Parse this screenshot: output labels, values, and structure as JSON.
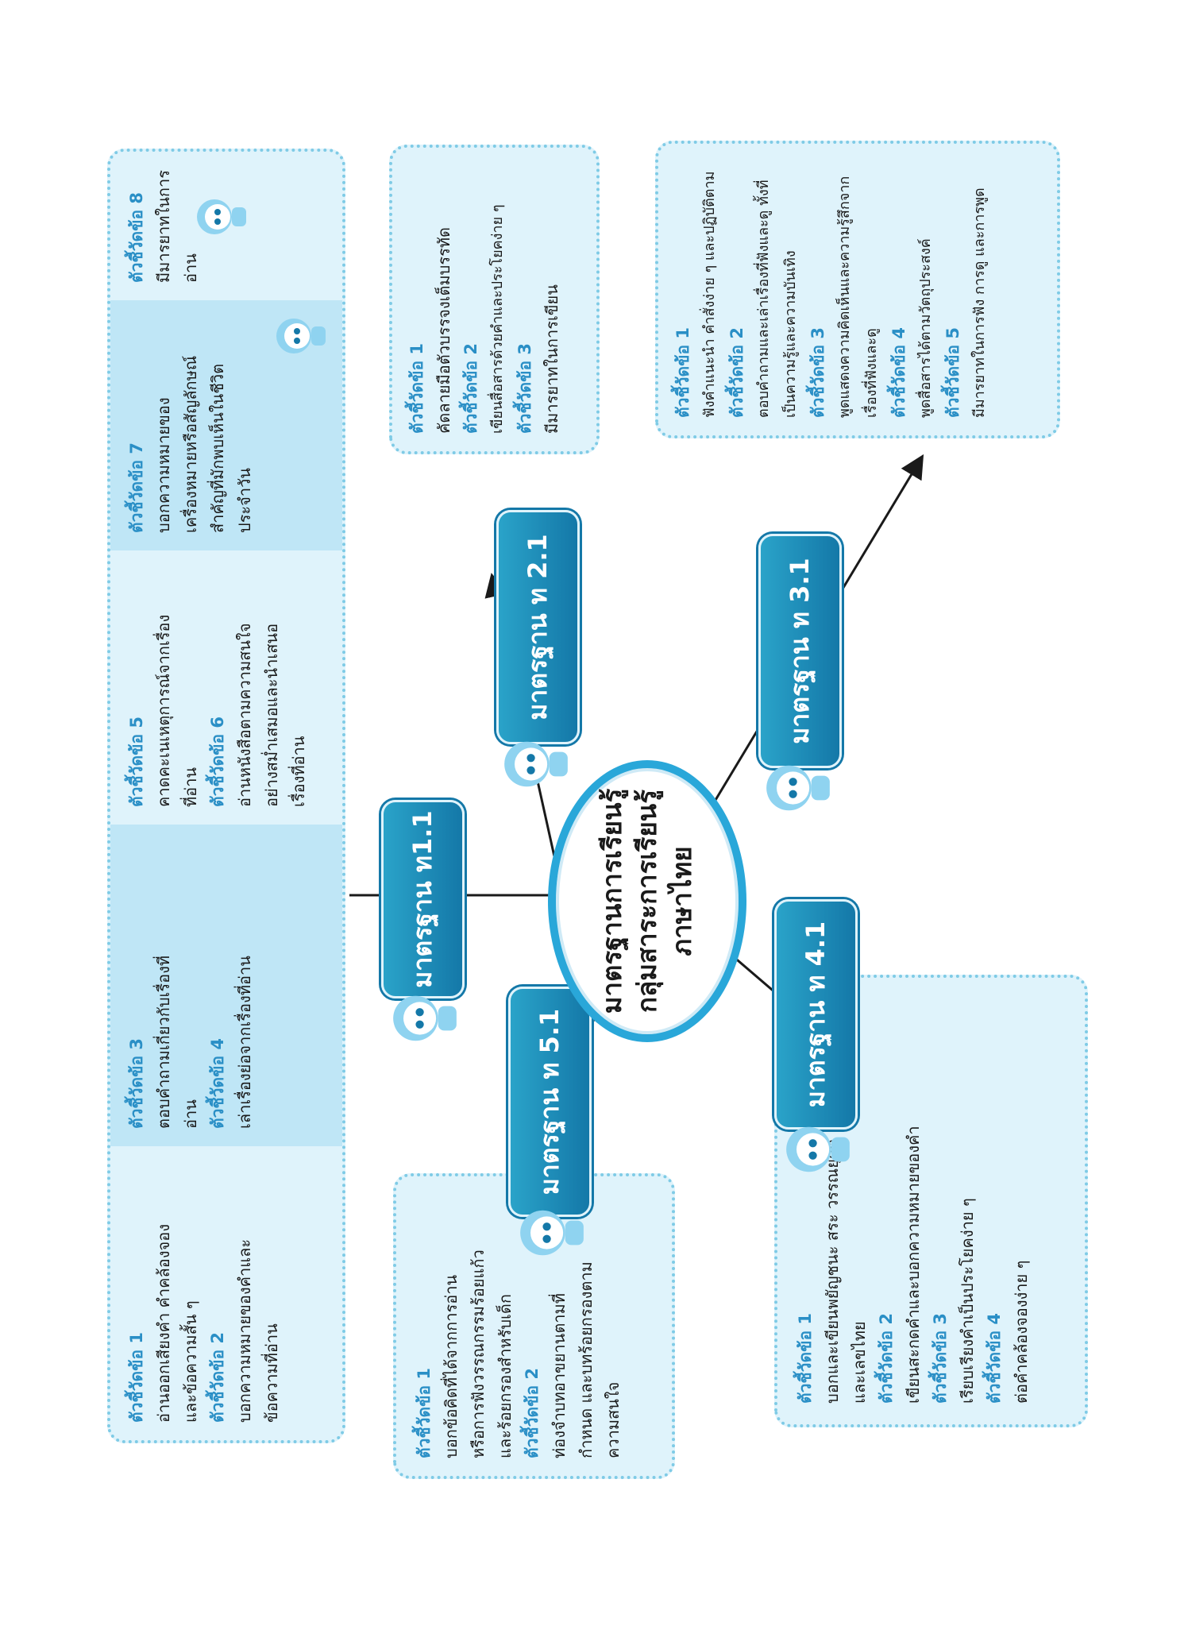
{
  "center": {
    "line1": "มาตรฐานการเรียนรู้",
    "line2": "กลุ่มสาระการเรียนรู้",
    "line3": "ภาษาไทย"
  },
  "standards": {
    "t1_1": "มาตรฐาน ท1.1",
    "t2_1": "มาตรฐาน ท 2.1",
    "t3_1": "มาตรฐาน ท 3.1",
    "t4_1": "มาตรฐาน ท 4.1",
    "t5_1": "มาตรฐาน ท 5.1"
  },
  "t1_1_box": [
    {
      "head": "ตัวชี้วัดข้อ 1",
      "lines": [
        "อ่านออกเสียงคำ  คำคล้องจอง",
        "และข้อความสั้น ๆ"
      ]
    },
    {
      "head": "ตัวชี้วัดข้อ 2",
      "lines": [
        "บอกความหมายของคำและ",
        "ข้อความที่อ่าน"
      ]
    },
    {
      "head": "ตัวชี้วัดข้อ 3",
      "lines": [
        "ตอบคำถามเกี่ยวกับเรื่องที่",
        "อ่าน"
      ]
    },
    {
      "head": "ตัวชี้วัดข้อ 4",
      "lines": [
        "เล่าเรื่องย่อจากเรื่องที่อ่าน"
      ]
    },
    {
      "head": "ตัวชี้วัดข้อ 5",
      "lines": [
        "คาดคะเนเหตุการณ์จากเรื่อง",
        "ที่อ่าน"
      ]
    },
    {
      "head": "ตัวชี้วัดข้อ 6",
      "lines": [
        "อ่านหนังสือตามความสนใจ",
        "อย่างสม่ำเสมอและนำเสนอ",
        "เรื่องที่อ่าน"
      ]
    },
    {
      "head": "ตัวชี้วัดข้อ 7",
      "lines": [
        "บอกความหมายของ",
        "เครื่องหมายหรือสัญลักษณ์",
        "สำคัญที่มักพบเห็นในชีวิต",
        "ประจำวัน"
      ]
    },
    {
      "head": "ตัวชี้วัดข้อ 8",
      "lines": [
        "มีมารยาทในการอ่าน"
      ]
    }
  ],
  "t2_1_box": [
    {
      "head": "ตัวชี้วัดข้อ 1",
      "lines": [
        "คัดลายมือตัวบรรจงเต็มบรรทัด"
      ]
    },
    {
      "head": "ตัวชี้วัดข้อ 2",
      "lines": [
        "เขียนสื่อสารด้วยคำและประโยคง่าย ๆ"
      ]
    },
    {
      "head": "ตัวชี้วัดข้อ 3",
      "lines": [
        "มีมารยาทในการเขียน"
      ]
    }
  ],
  "t3_1_box": [
    {
      "head": "ตัวชี้วัดข้อ 1",
      "lines": [
        "ฟังคำแนะนำ คำสั่งง่าย ๆ และปฏิบัติตาม"
      ]
    },
    {
      "head": "ตัวชี้วัดข้อ 2",
      "lines": [
        "ตอบคำถามและเล่าเรื่องที่ฟังและดู ทั้งที่",
        "เป็นความรู้และความบันเทิง"
      ]
    },
    {
      "head": "ตัวชี้วัดข้อ 3",
      "lines": [
        "พูดแสดงความคิดเห็นและความรู้สึกจาก",
        "เรื่องที่ฟังและดู"
      ]
    },
    {
      "head": "ตัวชี้วัดข้อ 4",
      "lines": [
        "พูดสื่อสารได้ตามวัตถุประสงค์"
      ]
    },
    {
      "head": "ตัวชี้วัดข้อ 5",
      "lines": [
        "มีมารยาทในการฟัง การดู และการพูด"
      ]
    }
  ],
  "t4_1_box": [
    {
      "head": "ตัวชี้วัดข้อ 1",
      "lines": [
        "บอกและเขียนพยัญชนะ สระ วรรณยุกต์",
        "และเลขไทย"
      ]
    },
    {
      "head": "ตัวชี้วัดข้อ 2",
      "lines": [
        "เขียนสะกดคำและบอกความหมายของคำ"
      ]
    },
    {
      "head": "ตัวชี้วัดข้อ 3",
      "lines": [
        "เรียบเรียงคำเป็นประโยคง่าย ๆ"
      ]
    },
    {
      "head": "ตัวชี้วัดข้อ 4",
      "lines": [
        "ต่อคำคล้องจองง่าย ๆ"
      ]
    }
  ],
  "t5_1_box": [
    {
      "head": "ตัวชี้วัดข้อ 1",
      "lines": [
        "บอกข้อคิดที่ได้จากการอ่าน",
        "หรือการฟังวรรณกรรมร้อยแก้ว",
        "และร้อยกรองสำหรับเด็ก"
      ]
    },
    {
      "head": "ตัวชี้วัดข้อ 2",
      "lines": [
        "ท่องจำบทอาขยานตามที่",
        "กำหนด และบทร้อยกรองตาม",
        "ความสนใจ"
      ]
    }
  ],
  "colors": {
    "pill": "#1478a8",
    "head": "#2a8fc6",
    "box": "#dff3fb",
    "box_dark": "#bfe6f6",
    "ellipse_border": "#29a7d9"
  }
}
